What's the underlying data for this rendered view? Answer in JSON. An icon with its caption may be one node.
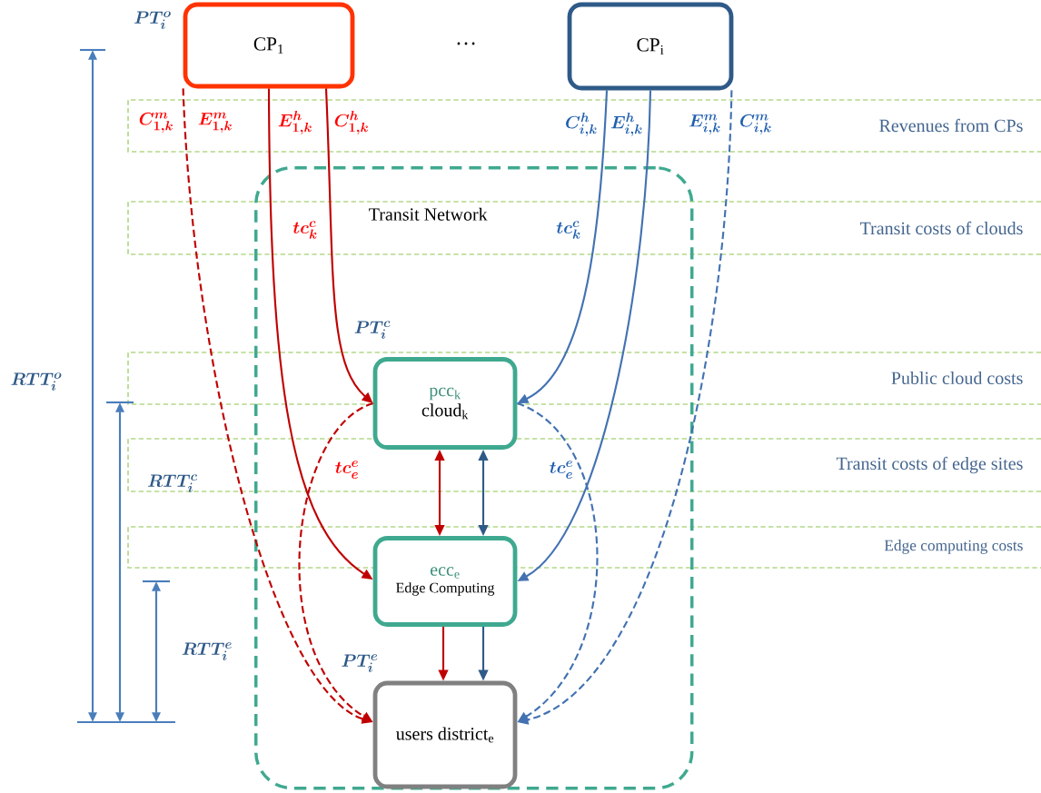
{
  "diagram": {
    "nodes": [
      {
        "text": [
          "CP$_{1}$"
        ]
      },
      {
        "text": [
          "CP$_{i}$"
        ]
      },
      {
        "text": [
          "Transit Network"
        ]
      },
      {
        "text": [
          "pcc$_{k}$",
          "cloud$_{k}$"
        ],
        "in": 2
      },
      {
        "text": [
          "ecc$_{e}$",
          "Edge Computing"
        ],
        "in": 2
      },
      {
        "text": [
          "users district$_{e}$"
        ],
        "in": 2
      }
    ],
    "edges": [
      {
        "from": 0,
        "to": 5,
        "arrow": "to",
        "style": "dashed",
        "color": "#c00000"
      },
      {
        "from": 0,
        "to": 4,
        "arrow": "to",
        "color": "#c00000"
      },
      {
        "from": 0,
        "to": 3,
        "arrow": "to",
        "color": "#c00000"
      },
      {
        "from": 1,
        "to": 3,
        "arrow": "to",
        "color": "#4372b2"
      },
      {
        "from": 1,
        "to": 4,
        "arrow": "to",
        "color": "#4372b2"
      },
      {
        "from": 1,
        "to": 5,
        "arrow": "to",
        "style": "dashed",
        "color": "#4372b2"
      },
      {
        "from": 3,
        "to": 5,
        "arrow": "to",
        "style": "dashed",
        "color": "#c00000"
      },
      {
        "from": 3,
        "to": 5,
        "arrow": "to",
        "style": "dashed",
        "color": "#4372b2"
      },
      {
        "from": 3,
        "to": 4,
        "arrow": "both",
        "color": "#c00000"
      },
      {
        "from": 3,
        "to": 4,
        "arrow": "both",
        "color": "#2f5a88"
      },
      {
        "from": 4,
        "to": 5,
        "arrow": "to",
        "color": "#c00000"
      },
      {
        "from": 4,
        "to": 5,
        "arrow": "to",
        "color": "#2f5a88"
      }
    ],
    "labels": [
      "PT^{o}_{i}",
      "…",
      "C^{m}_{1,k}",
      "E^{m}_{1,k}",
      "E^{h}_{1,k}",
      "C^{h}_{1,k}",
      "C^{h}_{i,k}",
      "E^{h}_{i,k}",
      "E^{m}_{i,k}",
      "C^{m}_{i,k}",
      "Revenues from CPs",
      "tc^{c}_{k}",
      "tc^{c}_{k}",
      "Transit costs of clouds",
      "PT^{c}_{i}",
      "RTT^{o}_{i}",
      "Public cloud costs",
      "tc^{e}_{e}",
      "tc^{e}_{e}",
      "Transit costs of edge sites",
      "RTT^{c}_{i}",
      "Edge computing costs",
      "RTT^{e}_{i}",
      "PT^{e}_{i}"
    ]
  }
}
